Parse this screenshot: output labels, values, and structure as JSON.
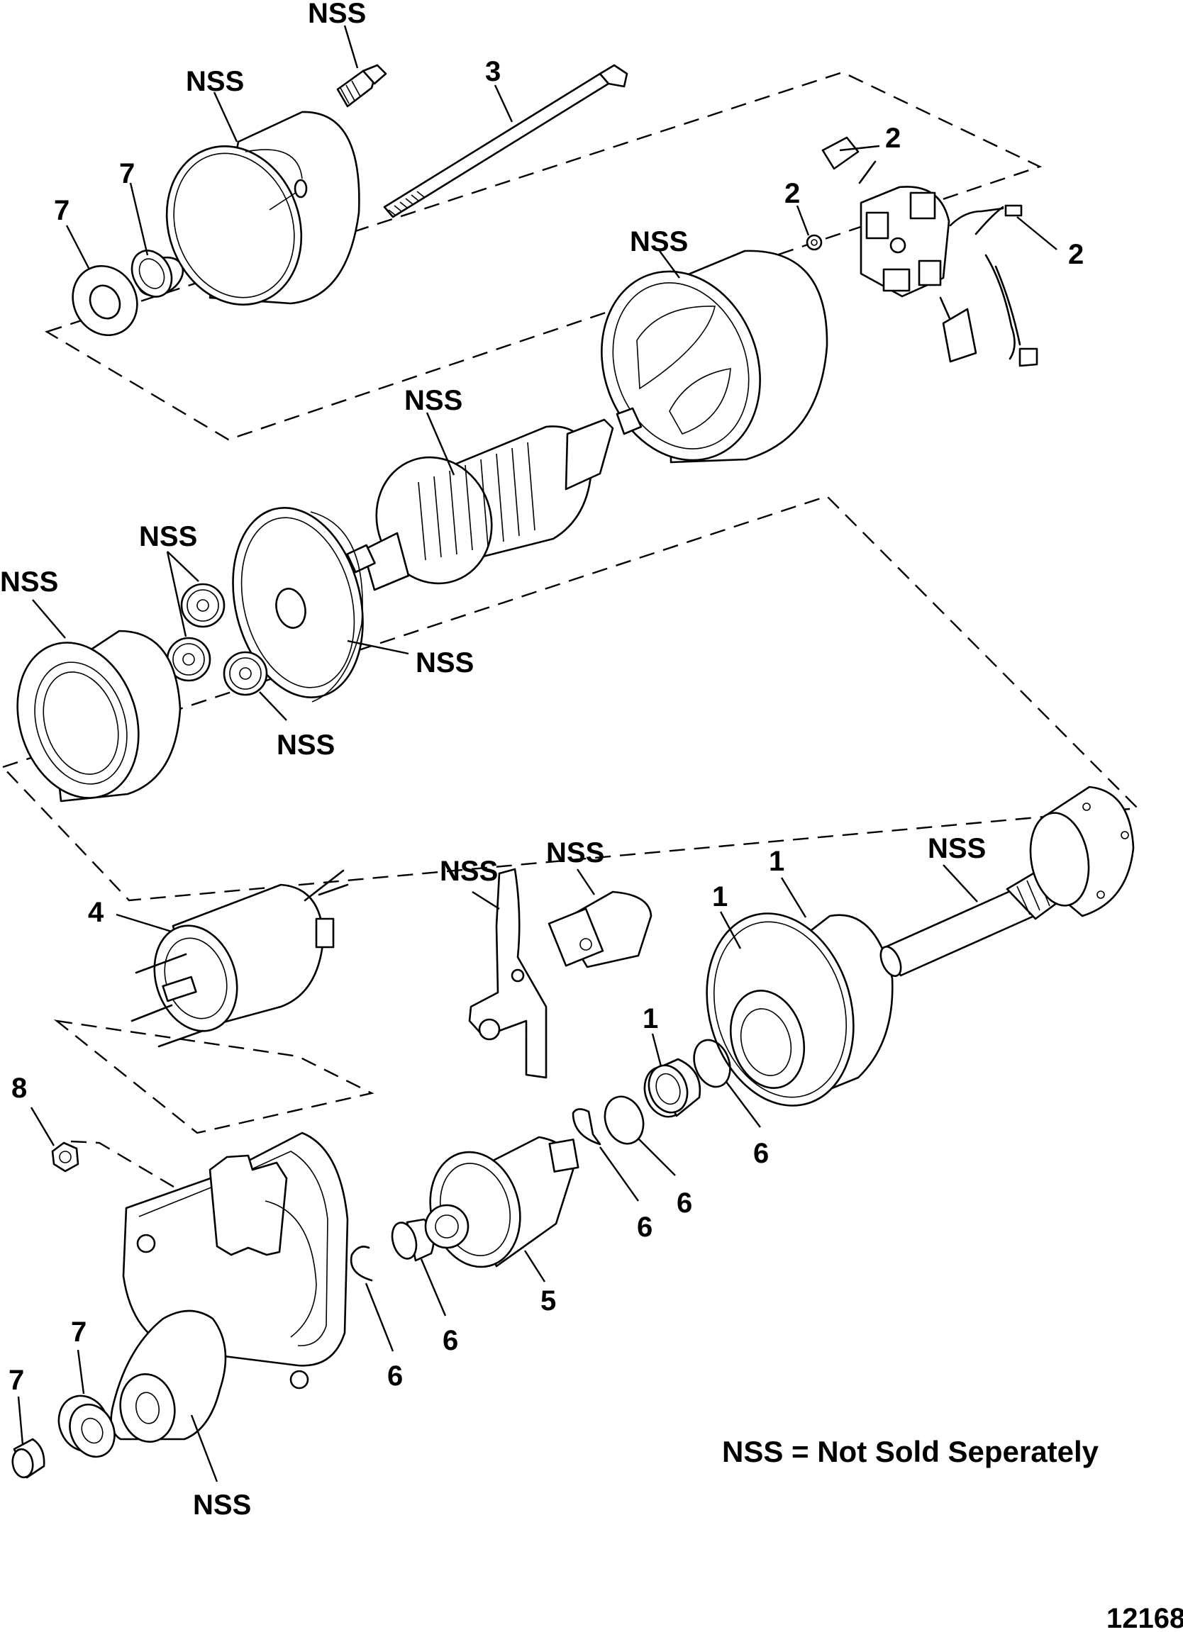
{
  "figure_number": "12168",
  "legend": "NSS = Not Sold Seperately",
  "labels": {
    "nss": "NSS",
    "n1": "1",
    "n2": "2",
    "n3": "3",
    "n4": "4",
    "n5": "5",
    "n6": "6",
    "n7": "7",
    "n8": "8"
  },
  "parts": [
    "ref-1",
    "ref-2",
    "ref-3",
    "ref-4",
    "ref-5",
    "ref-6",
    "ref-7",
    "ref-8"
  ]
}
